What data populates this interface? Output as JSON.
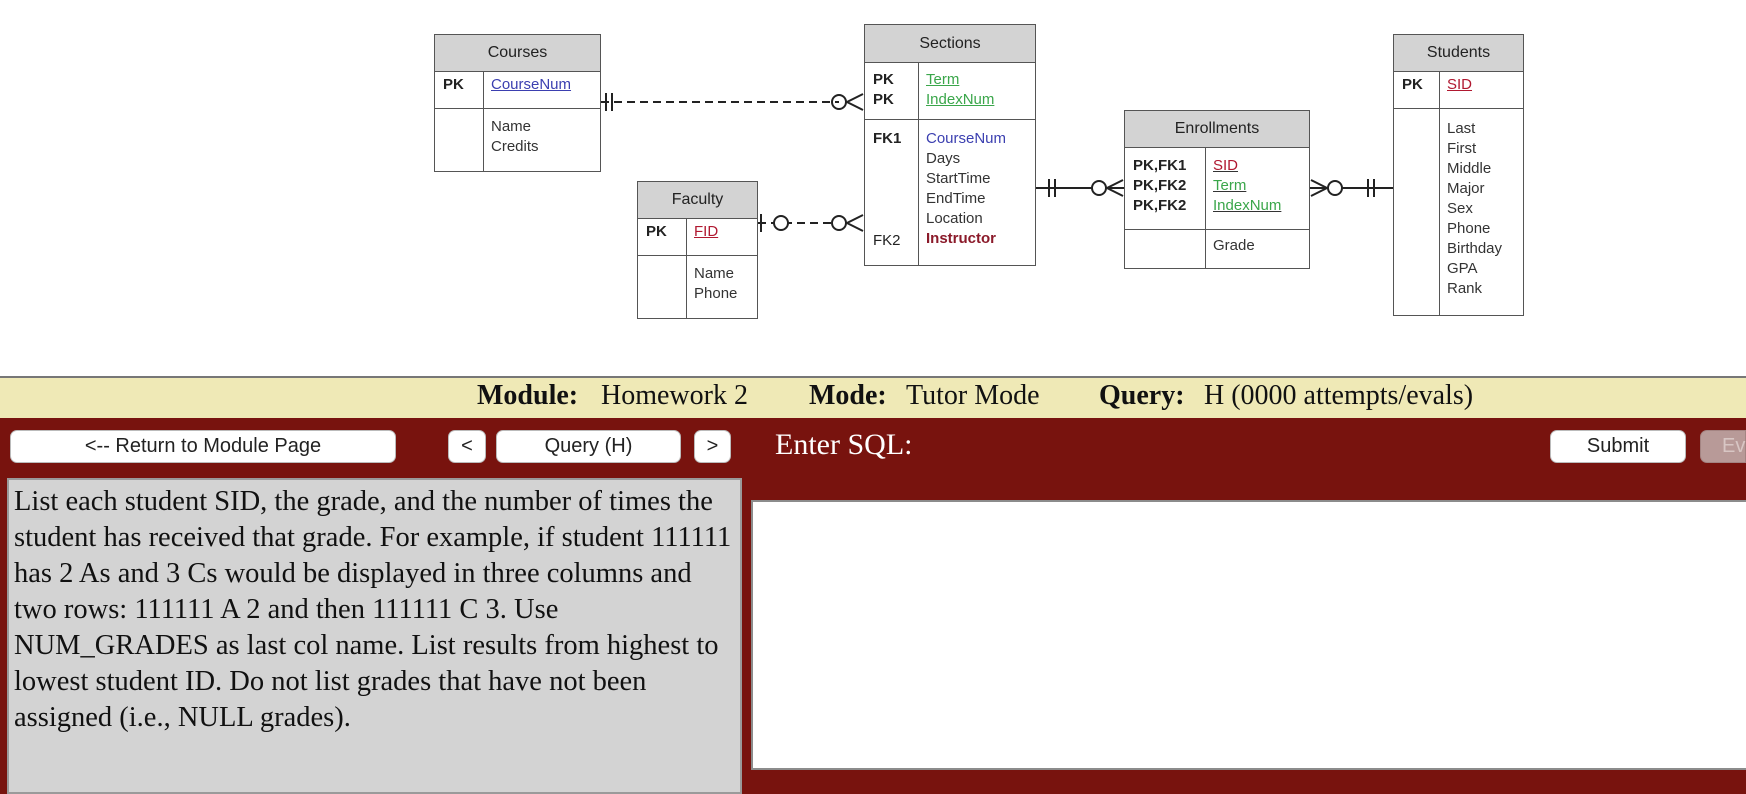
{
  "diagram": {
    "courses": {
      "title": "Courses",
      "pk_key": "PK",
      "pk_attr": "CourseNum",
      "attrs": [
        "Name",
        "Credits"
      ]
    },
    "faculty": {
      "title": "Faculty",
      "pk_key": "PK",
      "pk_attr": "FID",
      "attrs": [
        "Name",
        "Phone"
      ]
    },
    "sections": {
      "title": "Sections",
      "pk_keys": [
        "PK",
        "PK"
      ],
      "pk_attrs": [
        "Term",
        "IndexNum"
      ],
      "fk1_key": "FK1",
      "fk1_attr": "CourseNum",
      "attrs": [
        "Days",
        "StartTime",
        "EndTime",
        "Location"
      ],
      "fk2_key": "FK2",
      "fk2_attr": "Instructor"
    },
    "enrollments": {
      "title": "Enrollments",
      "pk_keys": [
        "PK,FK1",
        "PK,FK2",
        "PK,FK2"
      ],
      "pk_attrs": [
        "SID",
        "Term",
        "IndexNum"
      ],
      "attrs": [
        "Grade"
      ]
    },
    "students": {
      "title": "Students",
      "pk_key": "PK",
      "pk_attr": "SID",
      "attrs": [
        "Last",
        "First",
        "Middle",
        "Major",
        "Sex",
        "Phone",
        "Birthday",
        "GPA",
        "Rank"
      ]
    }
  },
  "module_bar": {
    "module_label": "Module:",
    "module_value": "Homework 2",
    "mode_label": "Mode:",
    "mode_value": "Tutor Mode",
    "query_label": "Query:",
    "query_value": "H (0000 attempts/evals)"
  },
  "toolbar": {
    "return_label": "<-- Return to Module Page",
    "prev_label": "<",
    "query_label": "Query (H)",
    "next_label": ">",
    "enter_sql_label": "Enter SQL:",
    "submit_label": "Submit",
    "eval_label": "Ev"
  },
  "query_text": "List each student SID, the grade, and the number of times the student has received that grade. For example, if student 111111 has 2 As and 3 Cs would be displayed in three columns and two rows: 111111 A 2 and then 111111 C 3. Use NUM_GRADES as last col name. List results from highest to lowest student ID. Do not list grades that have not been assigned (i.e., NULL grades).",
  "sql_input": {
    "value": "",
    "placeholder": ""
  },
  "colors": {
    "main_background": "#78130e",
    "module_bar_background": "#efe9b6",
    "entity_header": "#d3d3d3",
    "attr_blue": "#3b3fb0",
    "attr_green": "#3aa64a",
    "attr_red": "#b01830"
  }
}
